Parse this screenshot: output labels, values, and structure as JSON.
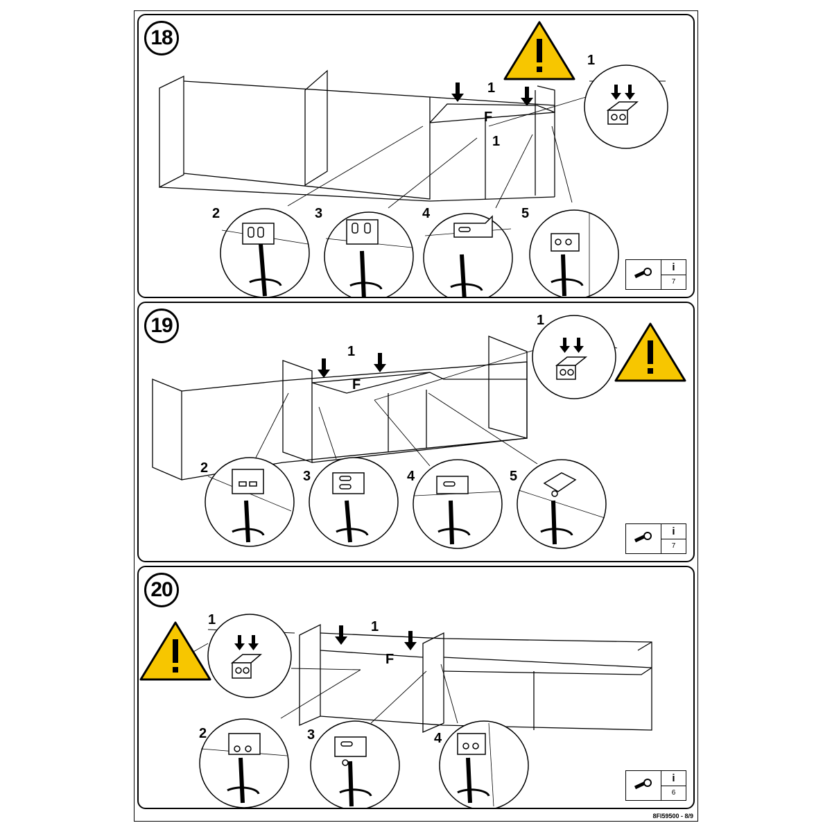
{
  "document_code": "8FI59500 - 8/9",
  "steps": [
    {
      "number": "18",
      "labels": {
        "top_1": "1",
        "mid_1": "1",
        "under_f_1": "1",
        "panel_letter": "F",
        "d2": "2",
        "d3": "3",
        "d4": "4",
        "d5": "5"
      },
      "info": {
        "symbol": "i",
        "quantity": "7"
      },
      "icons": [
        "warning-icon",
        "screw-icon",
        "screwdriver-icon",
        "bracket-icon"
      ]
    },
    {
      "number": "19",
      "labels": {
        "top_1": "1",
        "mid_1": "1",
        "panel_letter": "F",
        "d2": "2",
        "d3": "3",
        "d4": "4",
        "d5": "5"
      },
      "info": {
        "symbol": "i",
        "quantity": "7"
      },
      "icons": [
        "warning-icon",
        "screw-icon",
        "screwdriver-icon",
        "bracket-icon"
      ]
    },
    {
      "number": "20",
      "labels": {
        "top_1": "1",
        "mid_1": "1",
        "panel_letter": "F",
        "d2": "2",
        "d3": "3",
        "d4": "4"
      },
      "info": {
        "symbol": "i",
        "quantity": "6"
      },
      "icons": [
        "warning-icon",
        "screw-icon",
        "screwdriver-icon",
        "bracket-icon"
      ]
    }
  ],
  "colors": {
    "warning_fill": "#f7c600",
    "ink": "#000000",
    "paper": "#ffffff"
  }
}
